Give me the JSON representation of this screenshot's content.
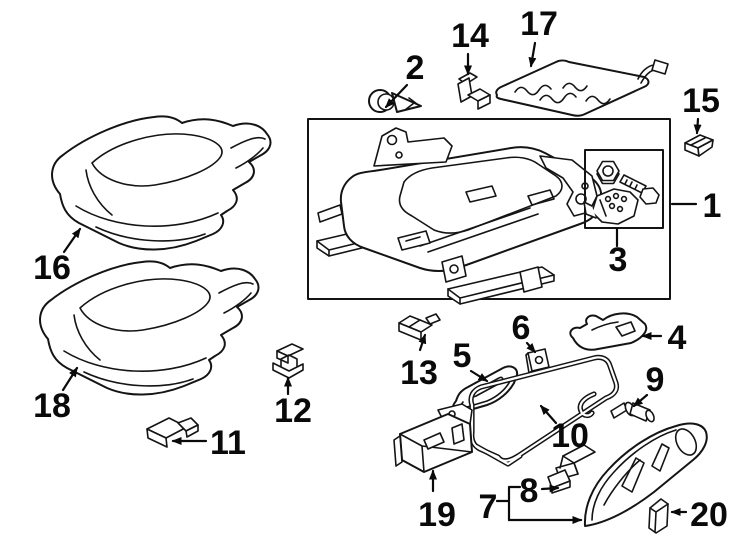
{
  "colors": {
    "background": "#ffffff",
    "line": "#141414",
    "label": "#0a0a0a"
  },
  "callouts": [
    {
      "label": "1"
    },
    {
      "label": "2"
    },
    {
      "label": "3"
    },
    {
      "label": "4"
    },
    {
      "label": "5"
    },
    {
      "label": "6"
    },
    {
      "label": "7"
    },
    {
      "label": "8"
    },
    {
      "label": "9"
    },
    {
      "label": "10"
    },
    {
      "label": "11"
    },
    {
      "label": "12"
    },
    {
      "label": "13"
    },
    {
      "label": "14"
    },
    {
      "label": "15"
    },
    {
      "label": "16"
    },
    {
      "label": "17"
    },
    {
      "label": "18"
    },
    {
      "label": "19"
    },
    {
      "label": "20"
    }
  ]
}
